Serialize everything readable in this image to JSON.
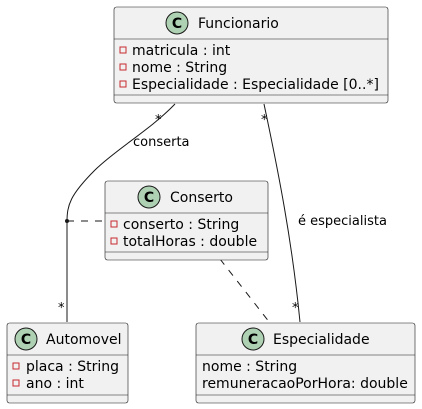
{
  "classes": {
    "funcionario": {
      "letter": "C",
      "name": "Funcionario",
      "attributes": [
        {
          "visibility": "private",
          "text": "matricula : int"
        },
        {
          "visibility": "private",
          "text": "nome : String"
        },
        {
          "visibility": "private",
          "text": "Especialidade : Especialidade [0..*]"
        }
      ]
    },
    "conserto": {
      "letter": "C",
      "name": "Conserto",
      "attributes": [
        {
          "visibility": "private",
          "text": "conserto : String"
        },
        {
          "visibility": "private",
          "text": "totalHoras : double"
        }
      ]
    },
    "automovel": {
      "letter": "C",
      "name": "Automovel",
      "attributes": [
        {
          "visibility": "private",
          "text": "placa : String"
        },
        {
          "visibility": "private",
          "text": "ano : int"
        }
      ]
    },
    "especialidade": {
      "letter": "C",
      "name": "Especialidade",
      "attributes": [
        {
          "visibility": "none",
          "text": "nome : String"
        },
        {
          "visibility": "none",
          "text": "remuneracaoPorHora: double"
        }
      ]
    }
  },
  "relations": {
    "conserta": {
      "label": "conserta",
      "multiplicity_source": "*",
      "multiplicity_target": "*"
    },
    "especialista": {
      "label": "é especialista",
      "multiplicity_source": "*",
      "multiplicity_target": "*"
    }
  },
  "colors": {
    "class_fill": "#f1f1f1",
    "stereotype_circle": "#add1b2",
    "private_marker": "#c82930",
    "line": "#181818"
  }
}
